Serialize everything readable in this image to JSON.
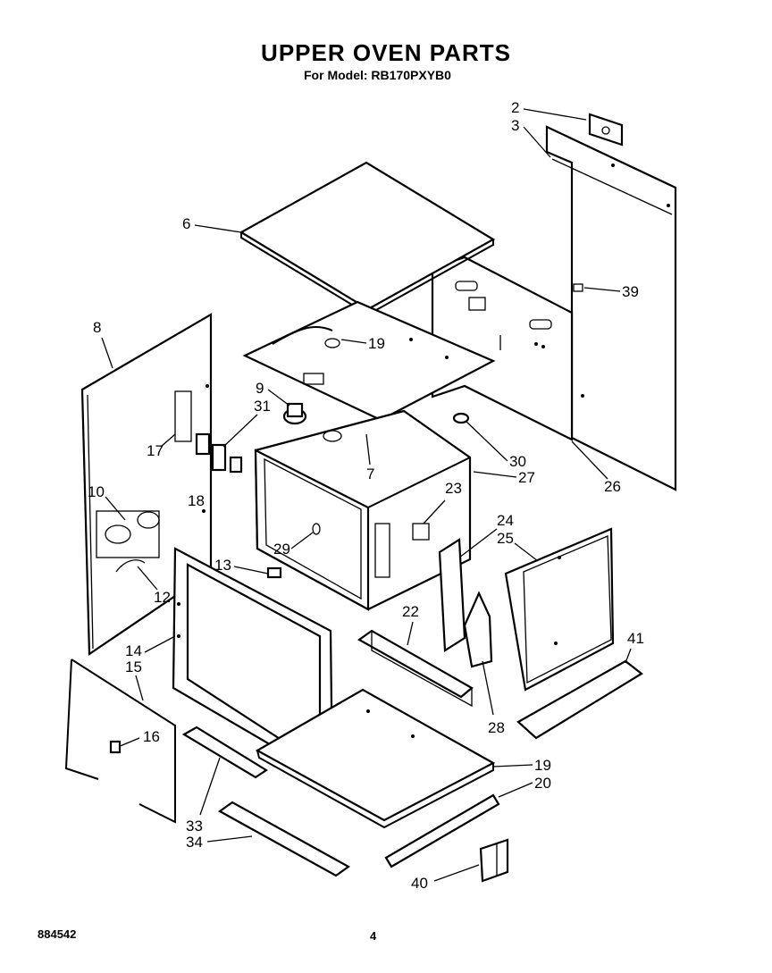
{
  "page": {
    "title": "UPPER OVEN PARTS",
    "subtitle": "For Model: RB170PXYB0",
    "doc_number": "884542",
    "page_number": "4"
  },
  "callouts": [
    "2",
    "3",
    "6",
    "39",
    "8",
    "19",
    "9",
    "31",
    "17",
    "7",
    "30",
    "27",
    "26",
    "10",
    "18",
    "23",
    "29",
    "24",
    "25",
    "13",
    "12",
    "22",
    "41",
    "14",
    "15",
    "28",
    "16",
    "19",
    "20",
    "33",
    "34",
    "40"
  ]
}
